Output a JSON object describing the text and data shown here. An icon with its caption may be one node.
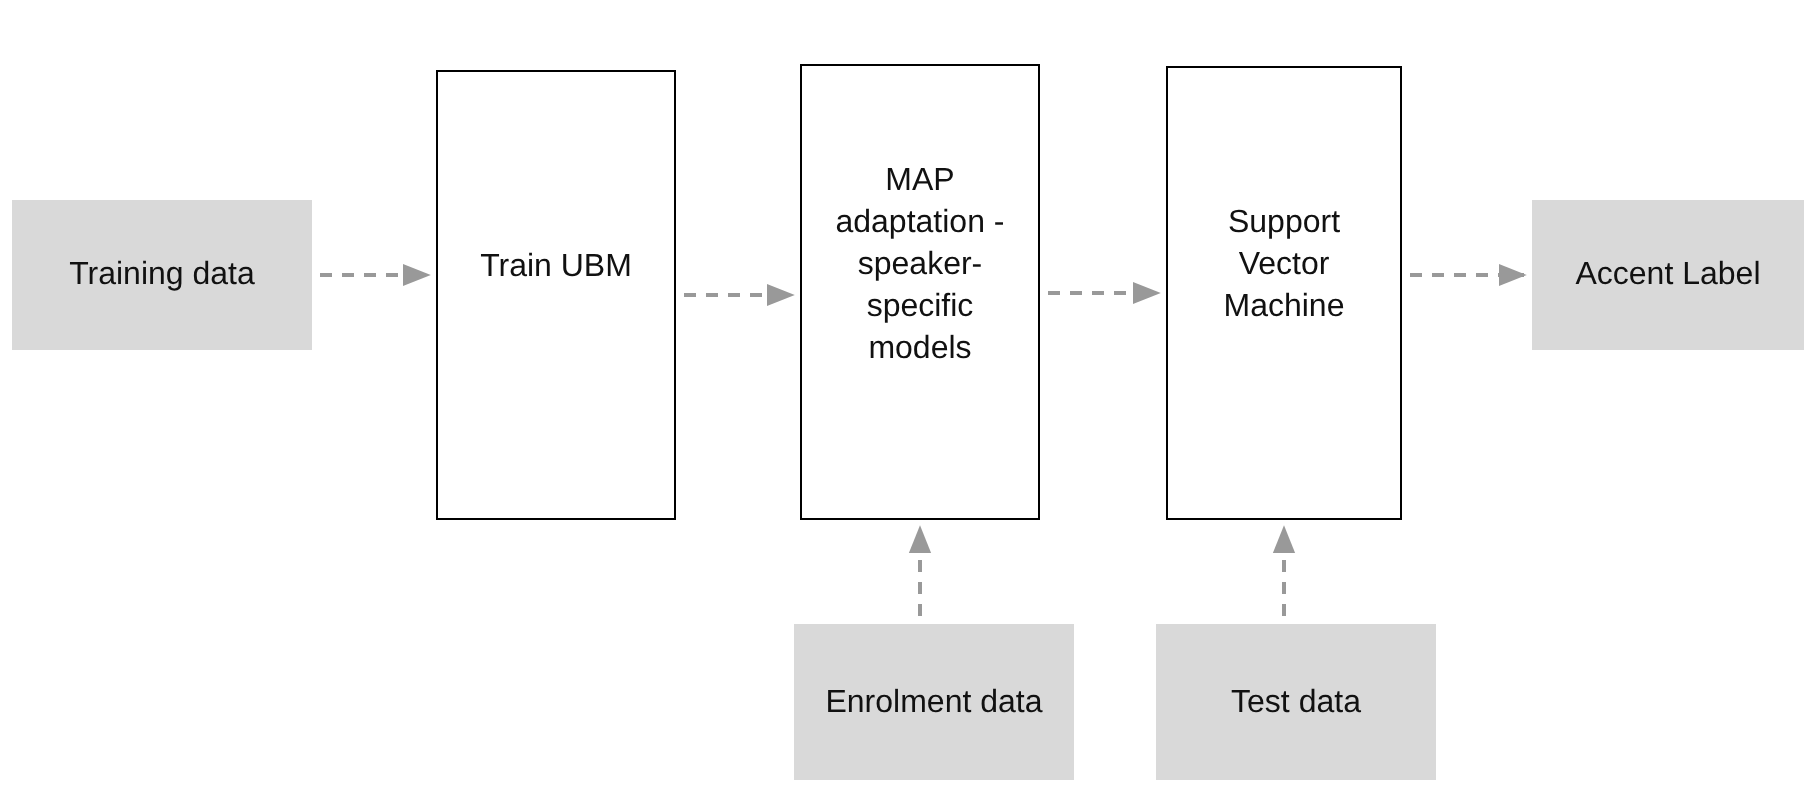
{
  "diagram": {
    "nodes": [
      {
        "text": [
          "Training data"
        ]
      },
      {
        "text": [
          "Train UBM"
        ]
      },
      {
        "text": [
          "MAP adaptation - speaker-specific models"
        ]
      },
      {
        "text": [
          "Support Vector Machine"
        ]
      },
      {
        "text": [
          "Accent Label"
        ]
      },
      {
        "text": [
          "Enrolment data"
        ]
      },
      {
        "text": [
          "Test data"
        ]
      }
    ],
    "edges": [
      {
        "from": 0,
        "to": 1,
        "arrow": "to",
        "style": "dashed"
      },
      {
        "from": 1,
        "to": 2,
        "arrow": "to",
        "style": "dashed"
      },
      {
        "from": 2,
        "to": 3,
        "arrow": "to",
        "style": "dashed"
      },
      {
        "from": 3,
        "to": 4,
        "arrow": "to",
        "style": "dashed"
      },
      {
        "from": 5,
        "to": 2,
        "arrow": "to",
        "style": "dashed"
      },
      {
        "from": 6,
        "to": 3,
        "arrow": "to",
        "style": "dashed"
      }
    ]
  }
}
